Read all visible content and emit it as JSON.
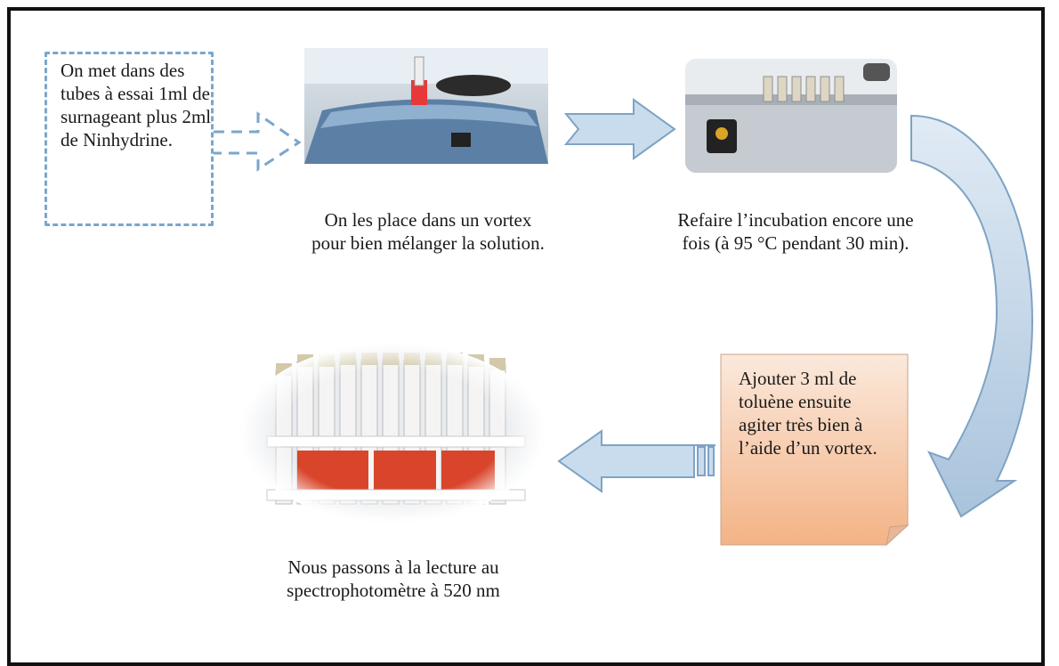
{
  "steps": {
    "step1": "On met dans des tubes à essai 1ml de surnageant plus 2ml de Ninhydrine.",
    "step2": "On les place dans un vortex pour bien mélanger la solution.",
    "step3": "Refaire l’incubation  encore une fois (à 95 °C pendant 30 min).",
    "step4": "Ajouter 3 ml de toluène ensuite agiter très bien à l’aide d’un vortex.",
    "step5": "Nous passons à la lecture  au spectrophotomètre à 520 nm"
  },
  "colors": {
    "arrow_fill": "#c9dced",
    "arrow_stroke": "#7ea3c4",
    "dashed_border": "#7aa6cc",
    "note_fill": "#f6c9a2",
    "frame": "#111111"
  },
  "icons": [
    "vortex-photo",
    "water-bath-photo",
    "test-tube-rack-photo",
    "arrow-right-icon",
    "curved-arrow-icon",
    "arrow-left-icon"
  ]
}
